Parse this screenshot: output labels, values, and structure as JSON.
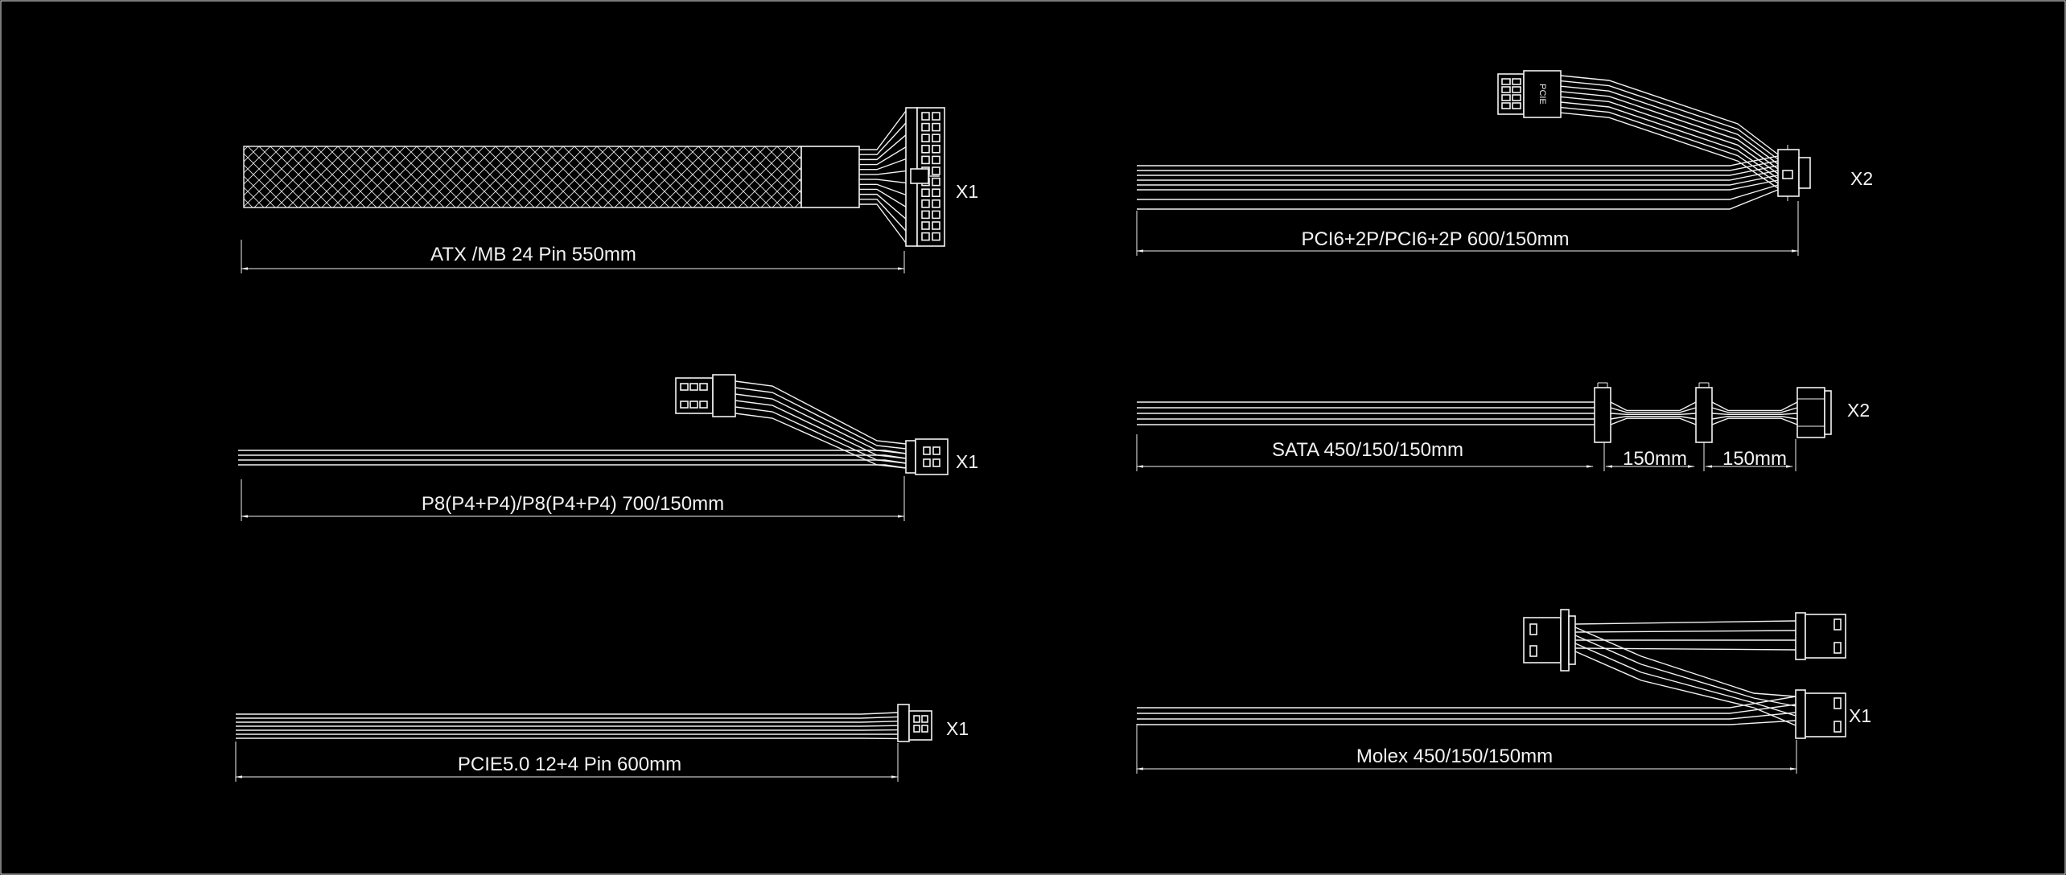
{
  "colors": {
    "background": "#000000",
    "line": "#f2f2f2"
  },
  "cables": [
    {
      "id": "atx",
      "label": "ATX /MB 24 Pin 550mm",
      "count": "X1"
    },
    {
      "id": "pcie-62",
      "label": "PCI6+2P/PCI6+2P 600/150mm",
      "count": "X2",
      "connector_tag": "PCIE"
    },
    {
      "id": "p8",
      "label": "P8(P4+P4)/P8(P4+P4) 700/150mm",
      "count": "X1"
    },
    {
      "id": "sata",
      "label": "SATA 450/150/150mm",
      "count": "X2",
      "segment1": "150mm",
      "segment2": "150mm"
    },
    {
      "id": "pcie5",
      "label": "PCIE5.0 12+4 Pin 600mm",
      "count": "X1"
    },
    {
      "id": "molex",
      "label": "Molex 450/150/150mm",
      "count": "X1"
    }
  ]
}
